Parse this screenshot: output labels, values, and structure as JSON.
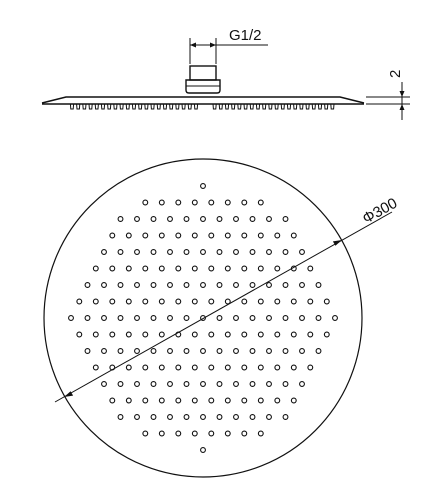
{
  "side_view": {
    "connection_label": "G1/2",
    "thickness_label": "2"
  },
  "top_view": {
    "diameter_label": "Φ300"
  },
  "colors": {
    "line": "#111111",
    "background": "#ffffff"
  }
}
